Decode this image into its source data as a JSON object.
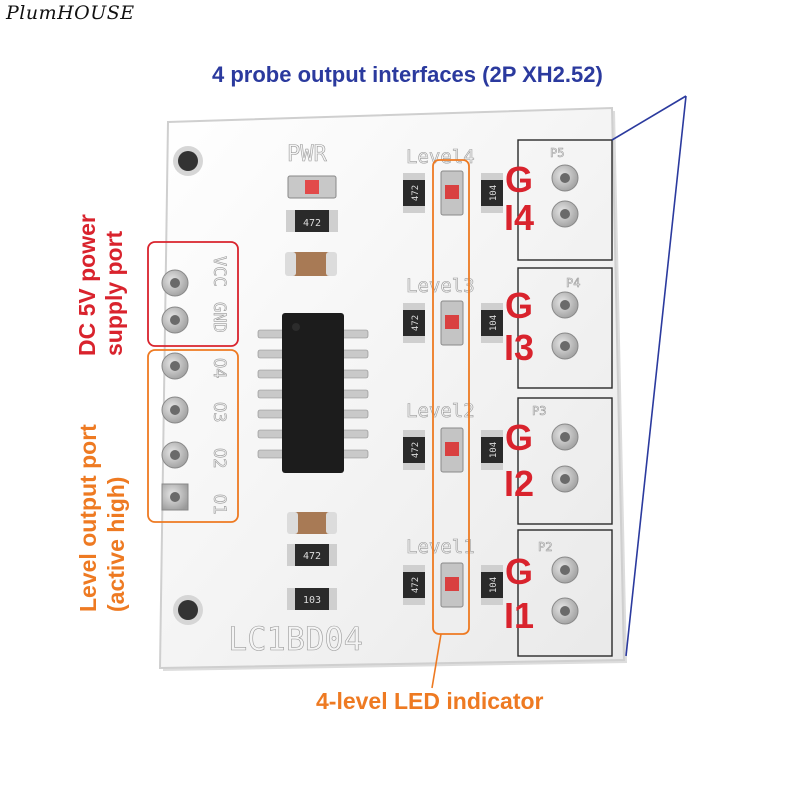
{
  "watermark": "PlumHOUSE",
  "annotations": {
    "probe_interfaces": "4 probe output interfaces (2P XH2.52)",
    "power_port_line1": "DC 5V power",
    "power_port_line2": "supply port",
    "level_output_line1": "Level output port",
    "level_output_line2": "(active high)",
    "led_indicator": "4-level LED indicator"
  },
  "board": {
    "model": "LC1BD04",
    "pwr_label": "PWR",
    "level_labels": [
      "Level4",
      "Level3",
      "Level2",
      "Level1"
    ],
    "connector_labels": [
      "P5",
      "P4",
      "P3",
      "P2"
    ],
    "header_pin_labels": [
      "VCC",
      "GND",
      "O4",
      "O3",
      "O2",
      "O1"
    ],
    "resistor_codes": {
      "r472": "472",
      "r104": "104",
      "r103": "103"
    }
  },
  "probe_pins": [
    {
      "g": "G",
      "i": "I4"
    },
    {
      "g": "G",
      "i": "I3"
    },
    {
      "g": "G",
      "i": "I2"
    },
    {
      "g": "G",
      "i": "I1"
    }
  ],
  "colors": {
    "annotation_blue": "#2b3a9e",
    "annotation_red": "#d9232d",
    "annotation_orange": "#ee7a22",
    "board_white": "#f7f7f7"
  }
}
